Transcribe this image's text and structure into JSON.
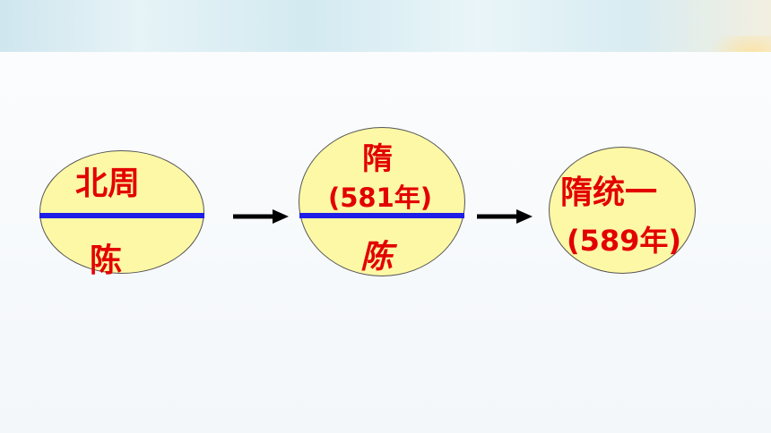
{
  "stage1": {
    "top": "北周",
    "bottom": "陈"
  },
  "stage2": {
    "top": "隋",
    "top_year": "(581年)",
    "bottom": "陈"
  },
  "stage3": {
    "line1": "隋统一",
    "line2": "(589年)"
  },
  "colors": {
    "text": "#e30000",
    "circle_fill": "#fdf8a6",
    "divider": "#1e1ee6",
    "arrow": "#000000"
  }
}
